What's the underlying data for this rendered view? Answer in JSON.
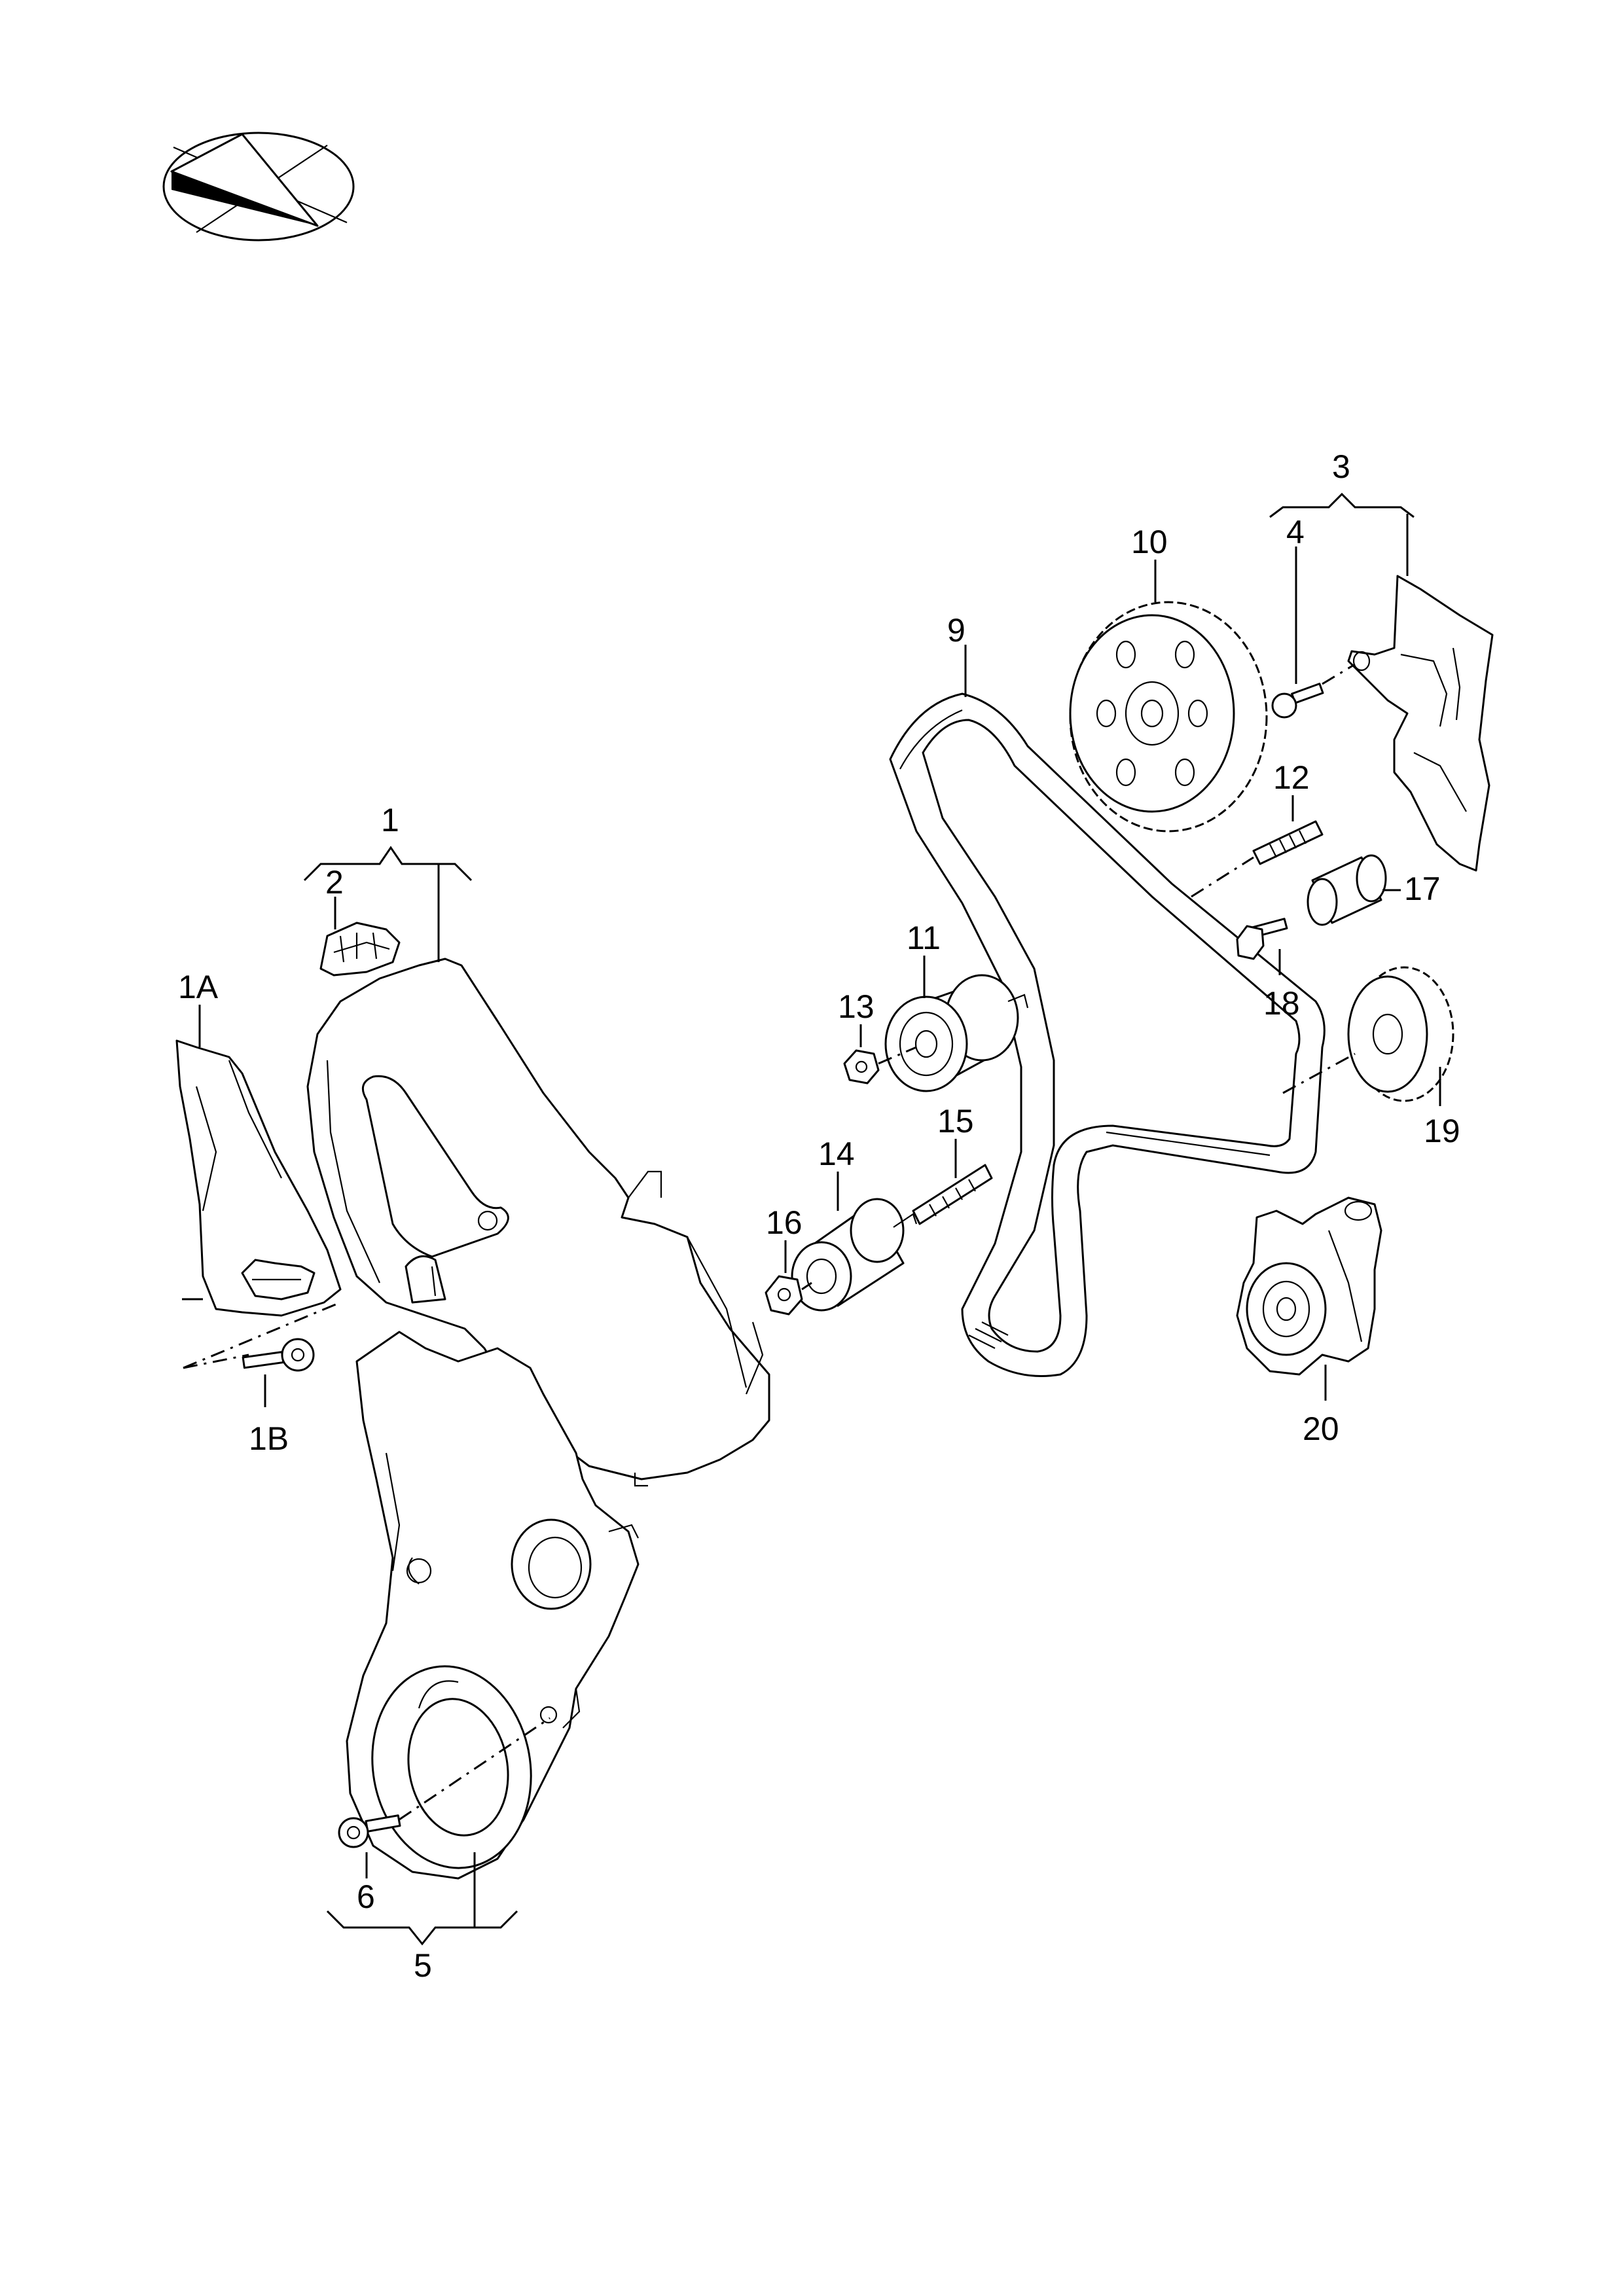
{
  "diagram": {
    "type": "exploded-parts-view",
    "callouts": {
      "c1": "1",
      "c1a": "1A",
      "c1b": "1B",
      "c2": "2",
      "c3": "3",
      "c4": "4",
      "c5": "5",
      "c6": "6",
      "c9": "9",
      "c10": "10",
      "c11": "11",
      "c12": "12",
      "c13": "13",
      "c14": "14",
      "c15": "15",
      "c16": "16",
      "c17": "17",
      "c18": "18",
      "c19": "19",
      "c20": "20"
    },
    "icons": {
      "orientation": "orientation-compass-icon"
    },
    "colors": {
      "line": "#000000",
      "background": "#ffffff"
    }
  }
}
